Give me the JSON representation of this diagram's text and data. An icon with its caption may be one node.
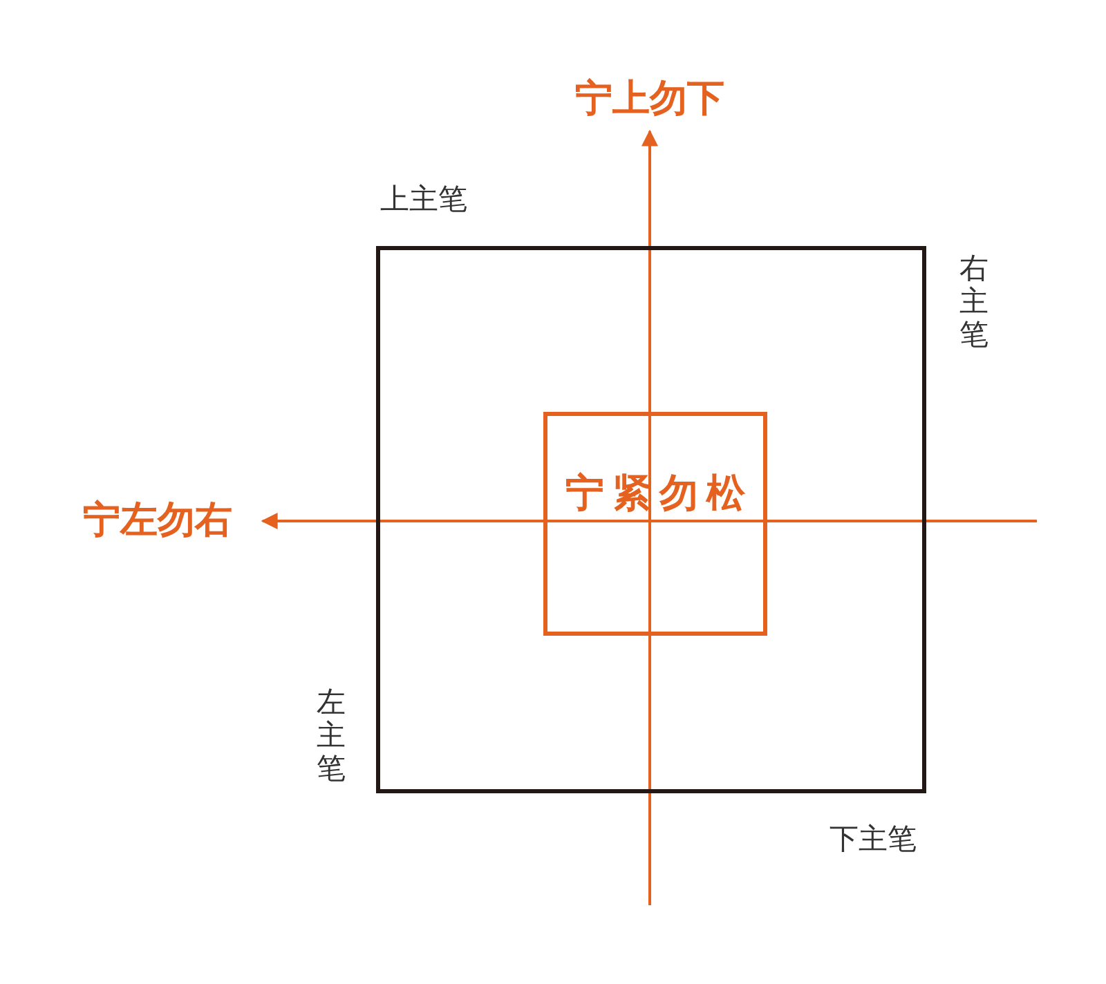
{
  "diagram": {
    "nodes": [
      {
        "text": [],
        "shape": "box"
      },
      {
        "text": [
          "宁紧勿松"
        ],
        "in": 0
      },
      {
        "text": [
          "宁上勿下"
        ]
      },
      {
        "text": [
          "宁左勿右"
        ]
      }
    ],
    "edges": [
      {
        "from": null,
        "to": 2,
        "arrow": "to"
      },
      {
        "from": null,
        "to": 3,
        "arrow": "to"
      }
    ],
    "labels": [
      "上主笔",
      "右主笔",
      "左主笔",
      "下主笔"
    ]
  }
}
